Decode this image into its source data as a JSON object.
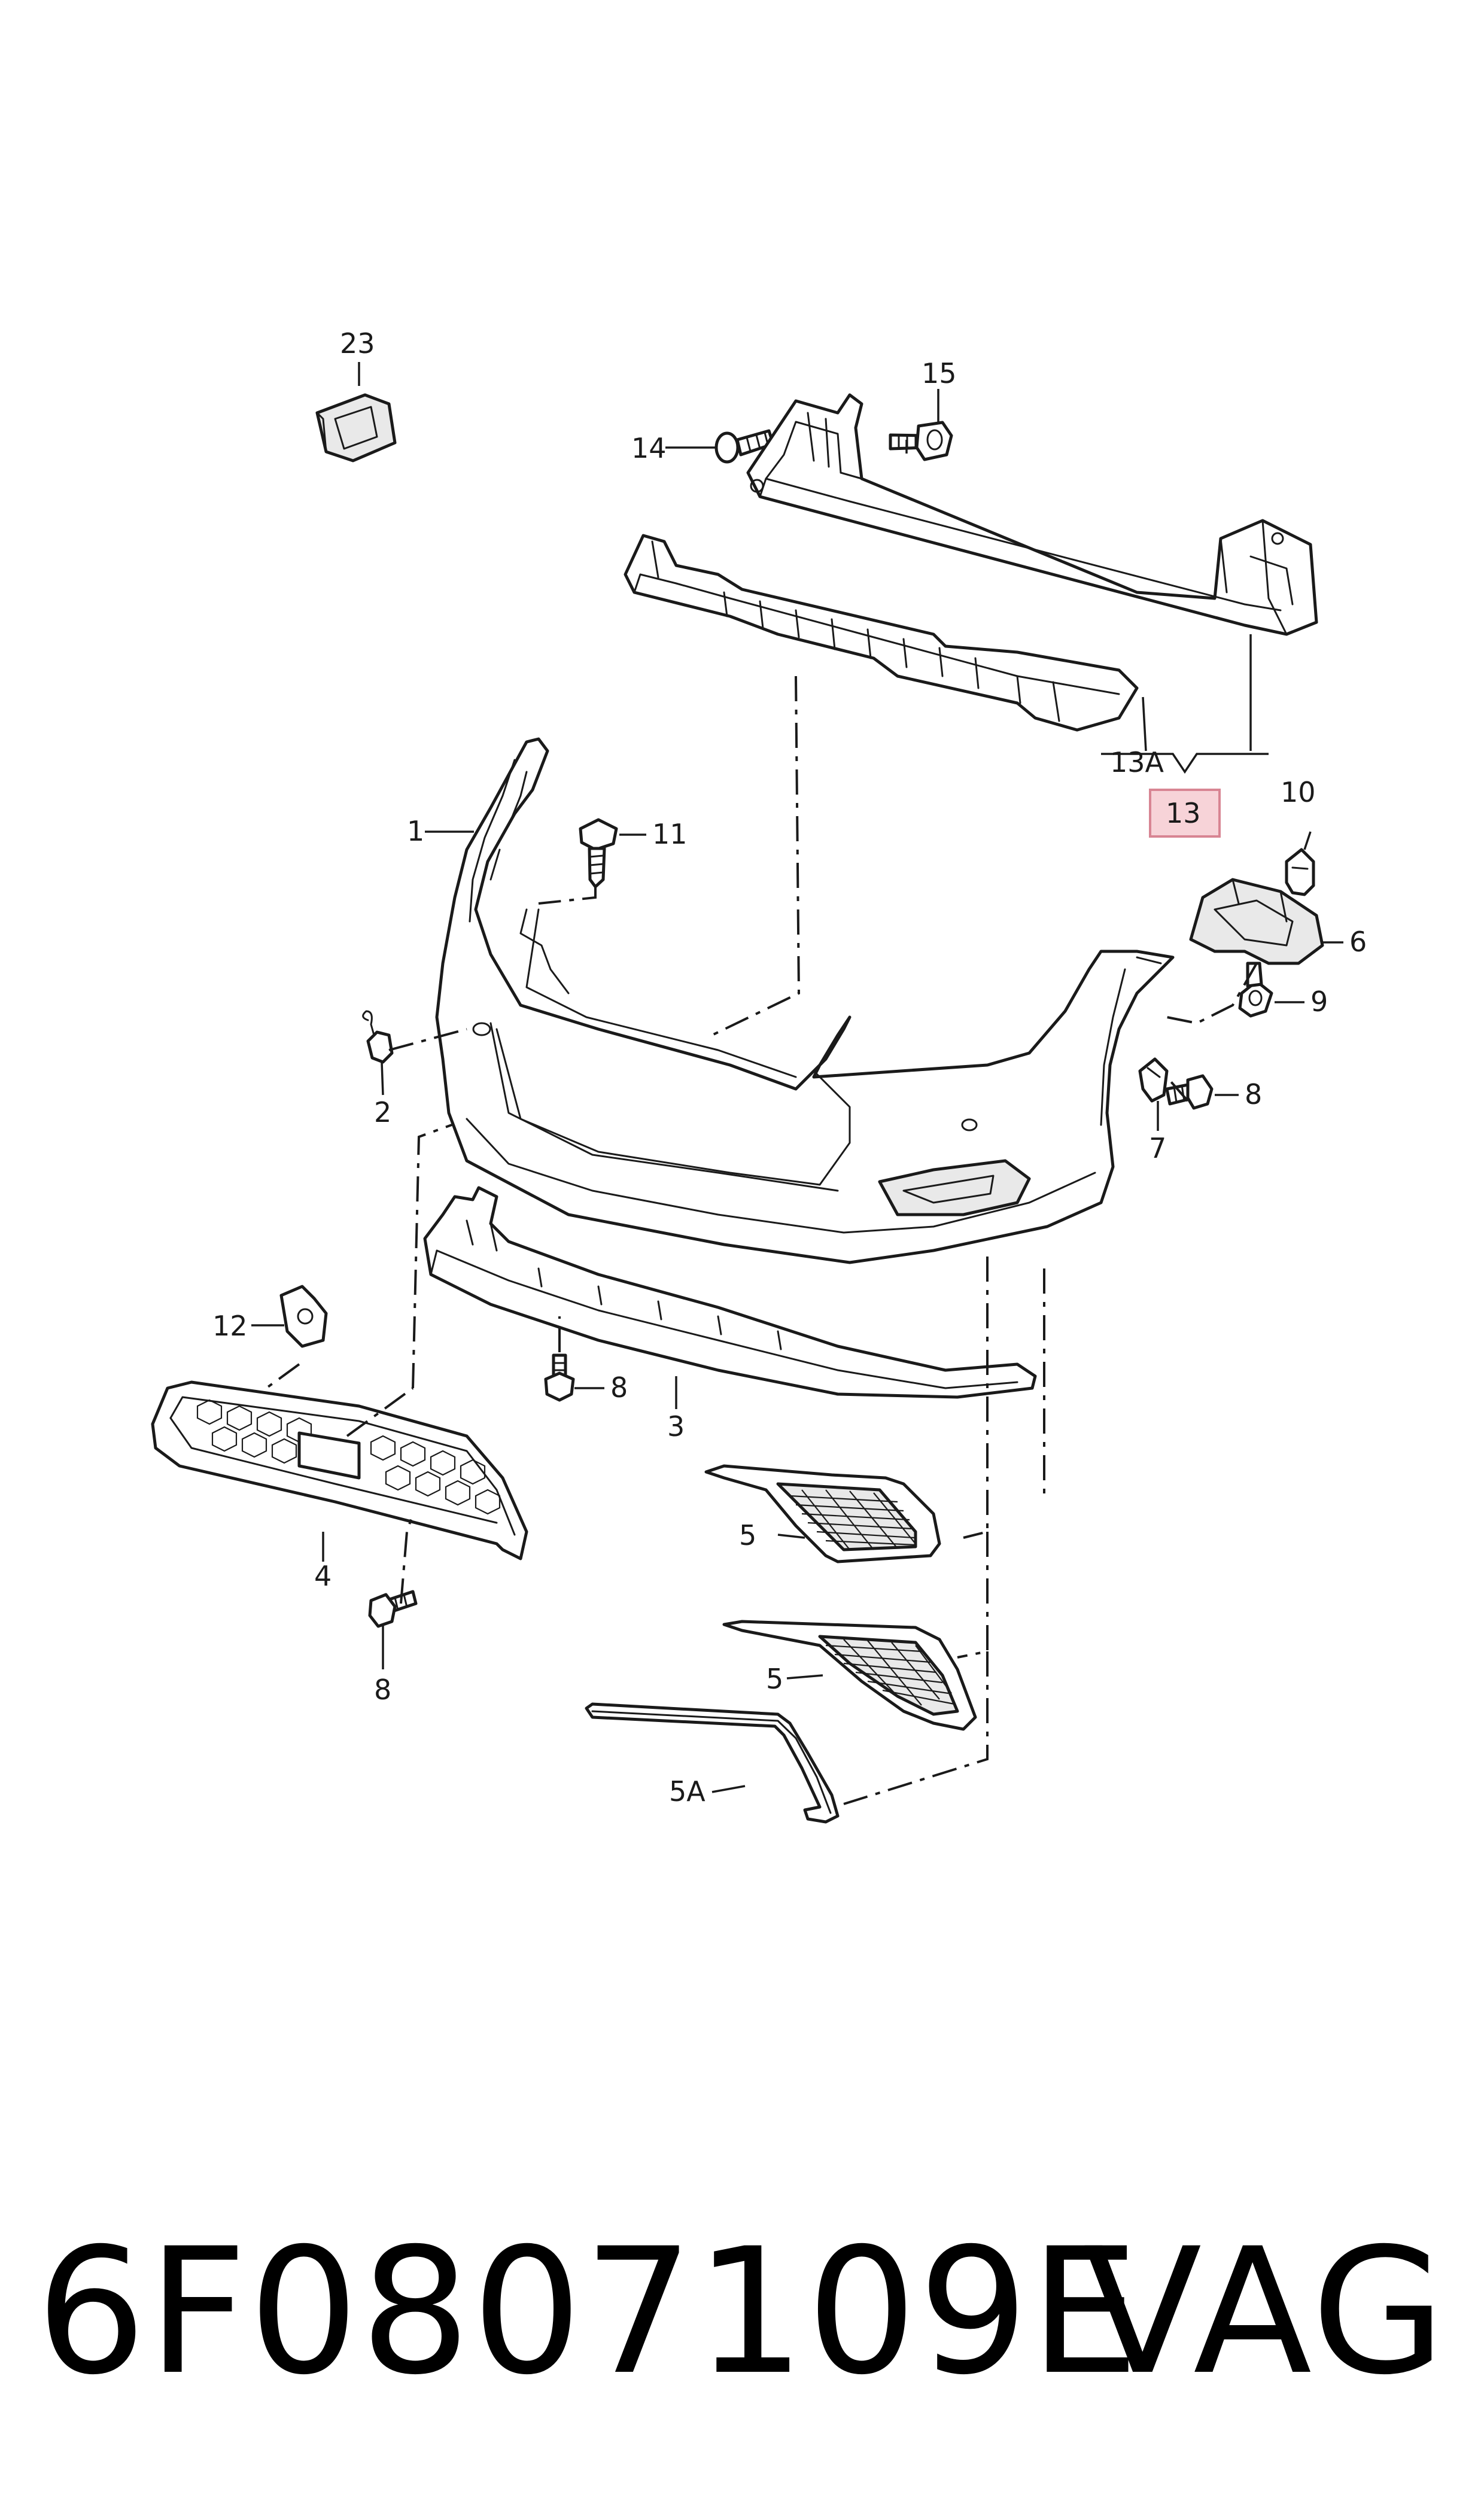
{
  "diagram": {
    "callouts": {
      "c1": "1",
      "c2": "2",
      "c3": "3",
      "c4": "4",
      "c5a": "5",
      "c5b": "5",
      "c5A": "5A",
      "c6": "6",
      "c7": "7",
      "c8a": "8",
      "c8b": "8",
      "c8c": "8",
      "c9": "9",
      "c10": "10",
      "c11": "11",
      "c12": "12",
      "c13": "13",
      "c13A": "13A",
      "c14": "14",
      "c15": "15",
      "c23": "23"
    },
    "highlight_color": "#f7d3d8"
  },
  "footer": {
    "part_number": "6F0807109E",
    "brand": "VAG"
  }
}
